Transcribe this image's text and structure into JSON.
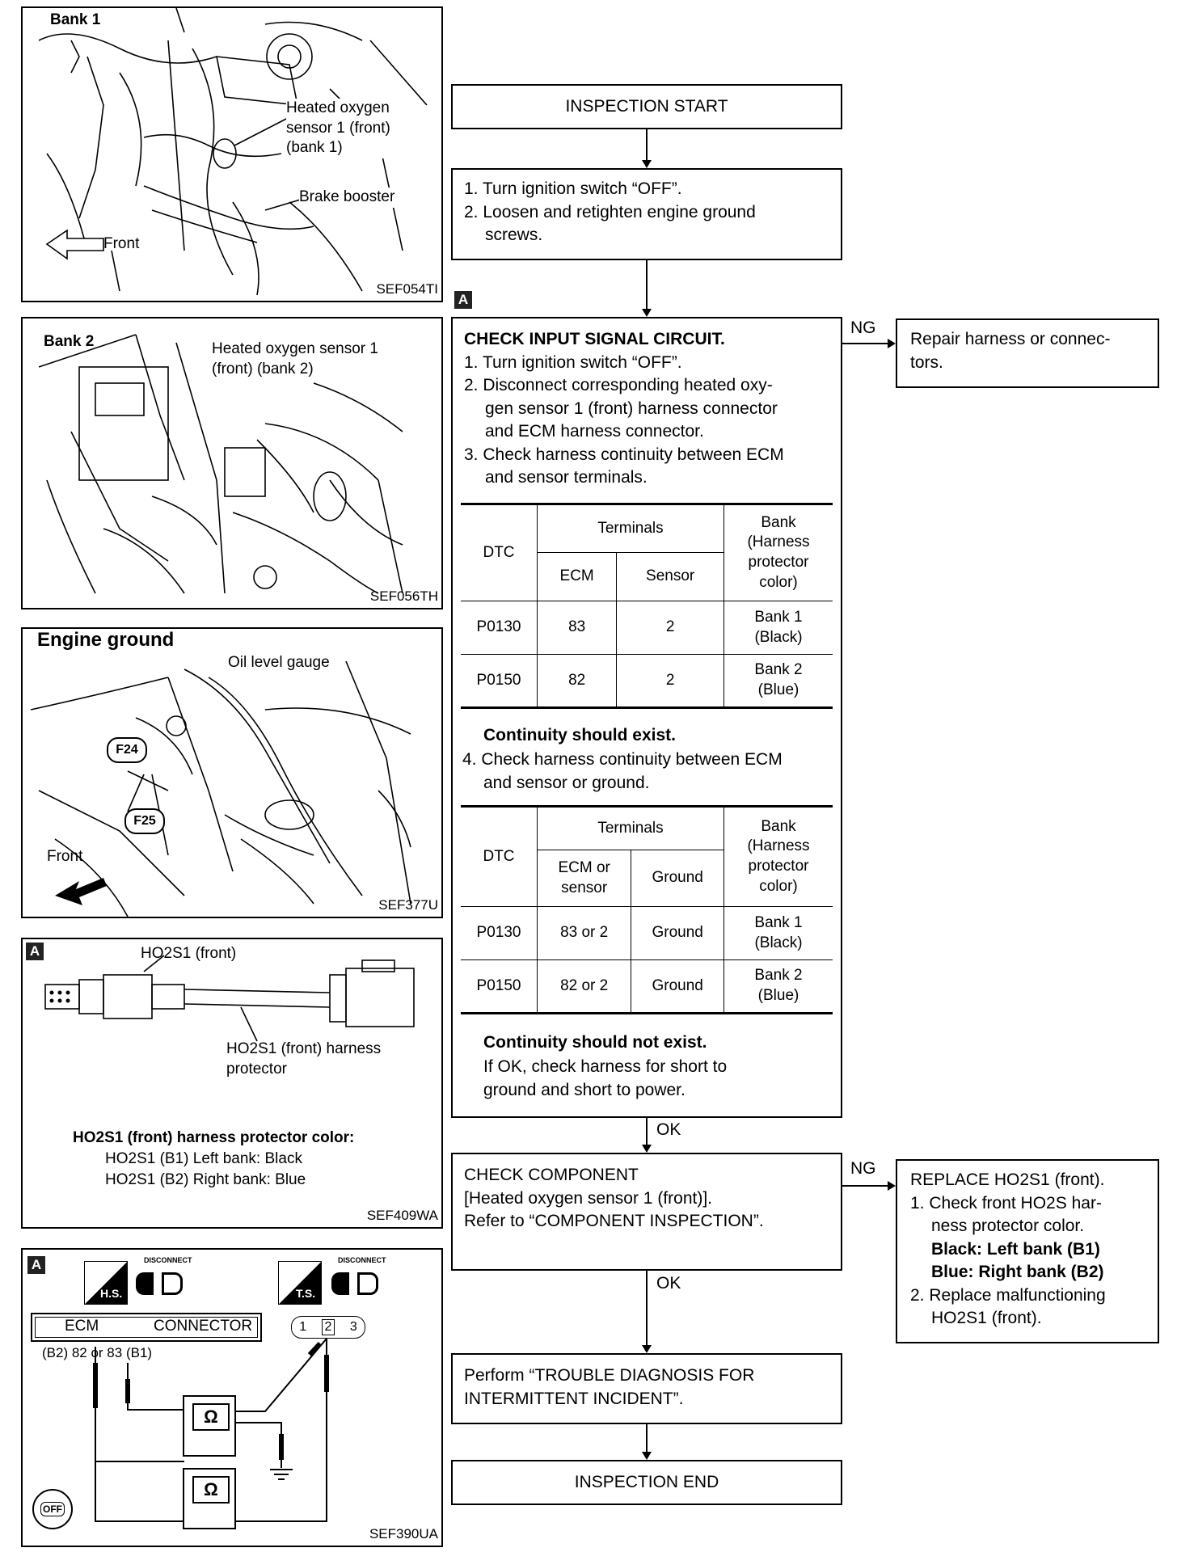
{
  "panels": {
    "bank1": {
      "title": "Bank 1",
      "sensor_label": "Heated oxygen sensor 1 (front) (bank 1)",
      "sensor_lines": [
        "Heated oxygen",
        "sensor 1 (front)",
        "(bank 1)"
      ],
      "booster": "Brake booster",
      "front": "Front",
      "code": "SEF054TI"
    },
    "bank2": {
      "title": "Bank 2",
      "sensor_lines": [
        "Heated oxygen sensor 1",
        "(front) (bank 2)"
      ],
      "code": "SEF056TH"
    },
    "ground": {
      "title": "Engine ground",
      "oil": "Oil level gauge",
      "f24": "F24",
      "f25": "F25",
      "front": "Front",
      "code": "SEF377U"
    },
    "ho2s1": {
      "marker": "A",
      "top_label": "HO2S1 (front)",
      "harness_lines": [
        "HO2S1 (front) harness",
        "protector"
      ],
      "color_title": "HO2S1 (front) harness protector color:",
      "color_b1": "HO2S1 (B1) Left bank: Black",
      "color_b2": "HO2S1 (B2) Right bank: Blue",
      "code": "SEF409WA"
    },
    "meter": {
      "marker": "A",
      "disconnect1": "DISCONNECT",
      "disconnect2": "DISCONNECT",
      "hs": "H.S.",
      "ts": "T.S.",
      "ecm": "ECM",
      "connector": "CONNECTOR",
      "pins": "(B2) 82 or 83 (B1)",
      "pin1": "1",
      "pin2": "2",
      "pin3": "3",
      "ohm": "Ω",
      "off": "OFF",
      "code": "SEF390UA"
    }
  },
  "flow": {
    "start": "INSPECTION START",
    "step1": [
      "1. Turn ignition switch “OFF”.",
      "2. Loosen and retighten engine ground",
      "screws."
    ],
    "marker": "A",
    "check_title": "CHECK INPUT SIGNAL CIRCUIT.",
    "check_steps": [
      "1. Turn ignition switch “OFF”.",
      "2. Disconnect corresponding heated oxy-",
      "gen sensor 1 (front) harness connector",
      "and ECM harness connector.",
      "3. Check harness continuity between ECM",
      "and sensor terminals."
    ],
    "table1": {
      "dtc": "DTC",
      "terminals": "Terminals",
      "ecm": "ECM",
      "sensor": "Sensor",
      "bank": [
        "Bank",
        "(Harness",
        "protector",
        "color)"
      ],
      "rows": [
        [
          "P0130",
          "83",
          "2",
          "Bank 1",
          "(Black)"
        ],
        [
          "P0150",
          "82",
          "2",
          "Bank 2",
          "(Blue)"
        ]
      ]
    },
    "cont_exist": "Continuity should exist.",
    "step4": [
      "4. Check harness continuity between ECM",
      "and sensor or ground."
    ],
    "table2": {
      "dtc": "DTC",
      "terminals": "Terminals",
      "ecm": [
        "ECM or",
        "sensor"
      ],
      "ground": "Ground",
      "bank": [
        "Bank",
        "(Harness",
        "protector",
        "color)"
      ],
      "rows": [
        [
          "P0130",
          "83 or 2",
          "Ground",
          "Bank 1",
          "(Black)"
        ],
        [
          "P0150",
          "82 or 2",
          "Ground",
          "Bank 2",
          "(Blue)"
        ]
      ]
    },
    "cont_not": "Continuity should not exist.",
    "if_ok": [
      "If OK, check harness for short to",
      "ground and short to power."
    ],
    "ng1": "NG",
    "repair": [
      "Repair harness or connec-",
      "tors."
    ],
    "ok1": "OK",
    "component": [
      "CHECK COMPONENT",
      "[Heated oxygen sensor 1 (front)].",
      "Refer to “COMPONENT INSPECTION”."
    ],
    "ng2": "NG",
    "replace_title": "REPLACE HO2S1 (front).",
    "replace_lines": [
      "1. Check front HO2S har-",
      "ness protector color."
    ],
    "replace_black": "Black: Left bank (B1)",
    "replace_blue": "Blue: Right bank (B2)",
    "replace_lines2": [
      "2. Replace malfunctioning",
      "HO2S1 (front)."
    ],
    "ok2": "OK",
    "perform": [
      "Perform “TROUBLE DIAGNOSIS FOR",
      "INTERMITTENT INCIDENT”."
    ],
    "end": "INSPECTION END"
  }
}
